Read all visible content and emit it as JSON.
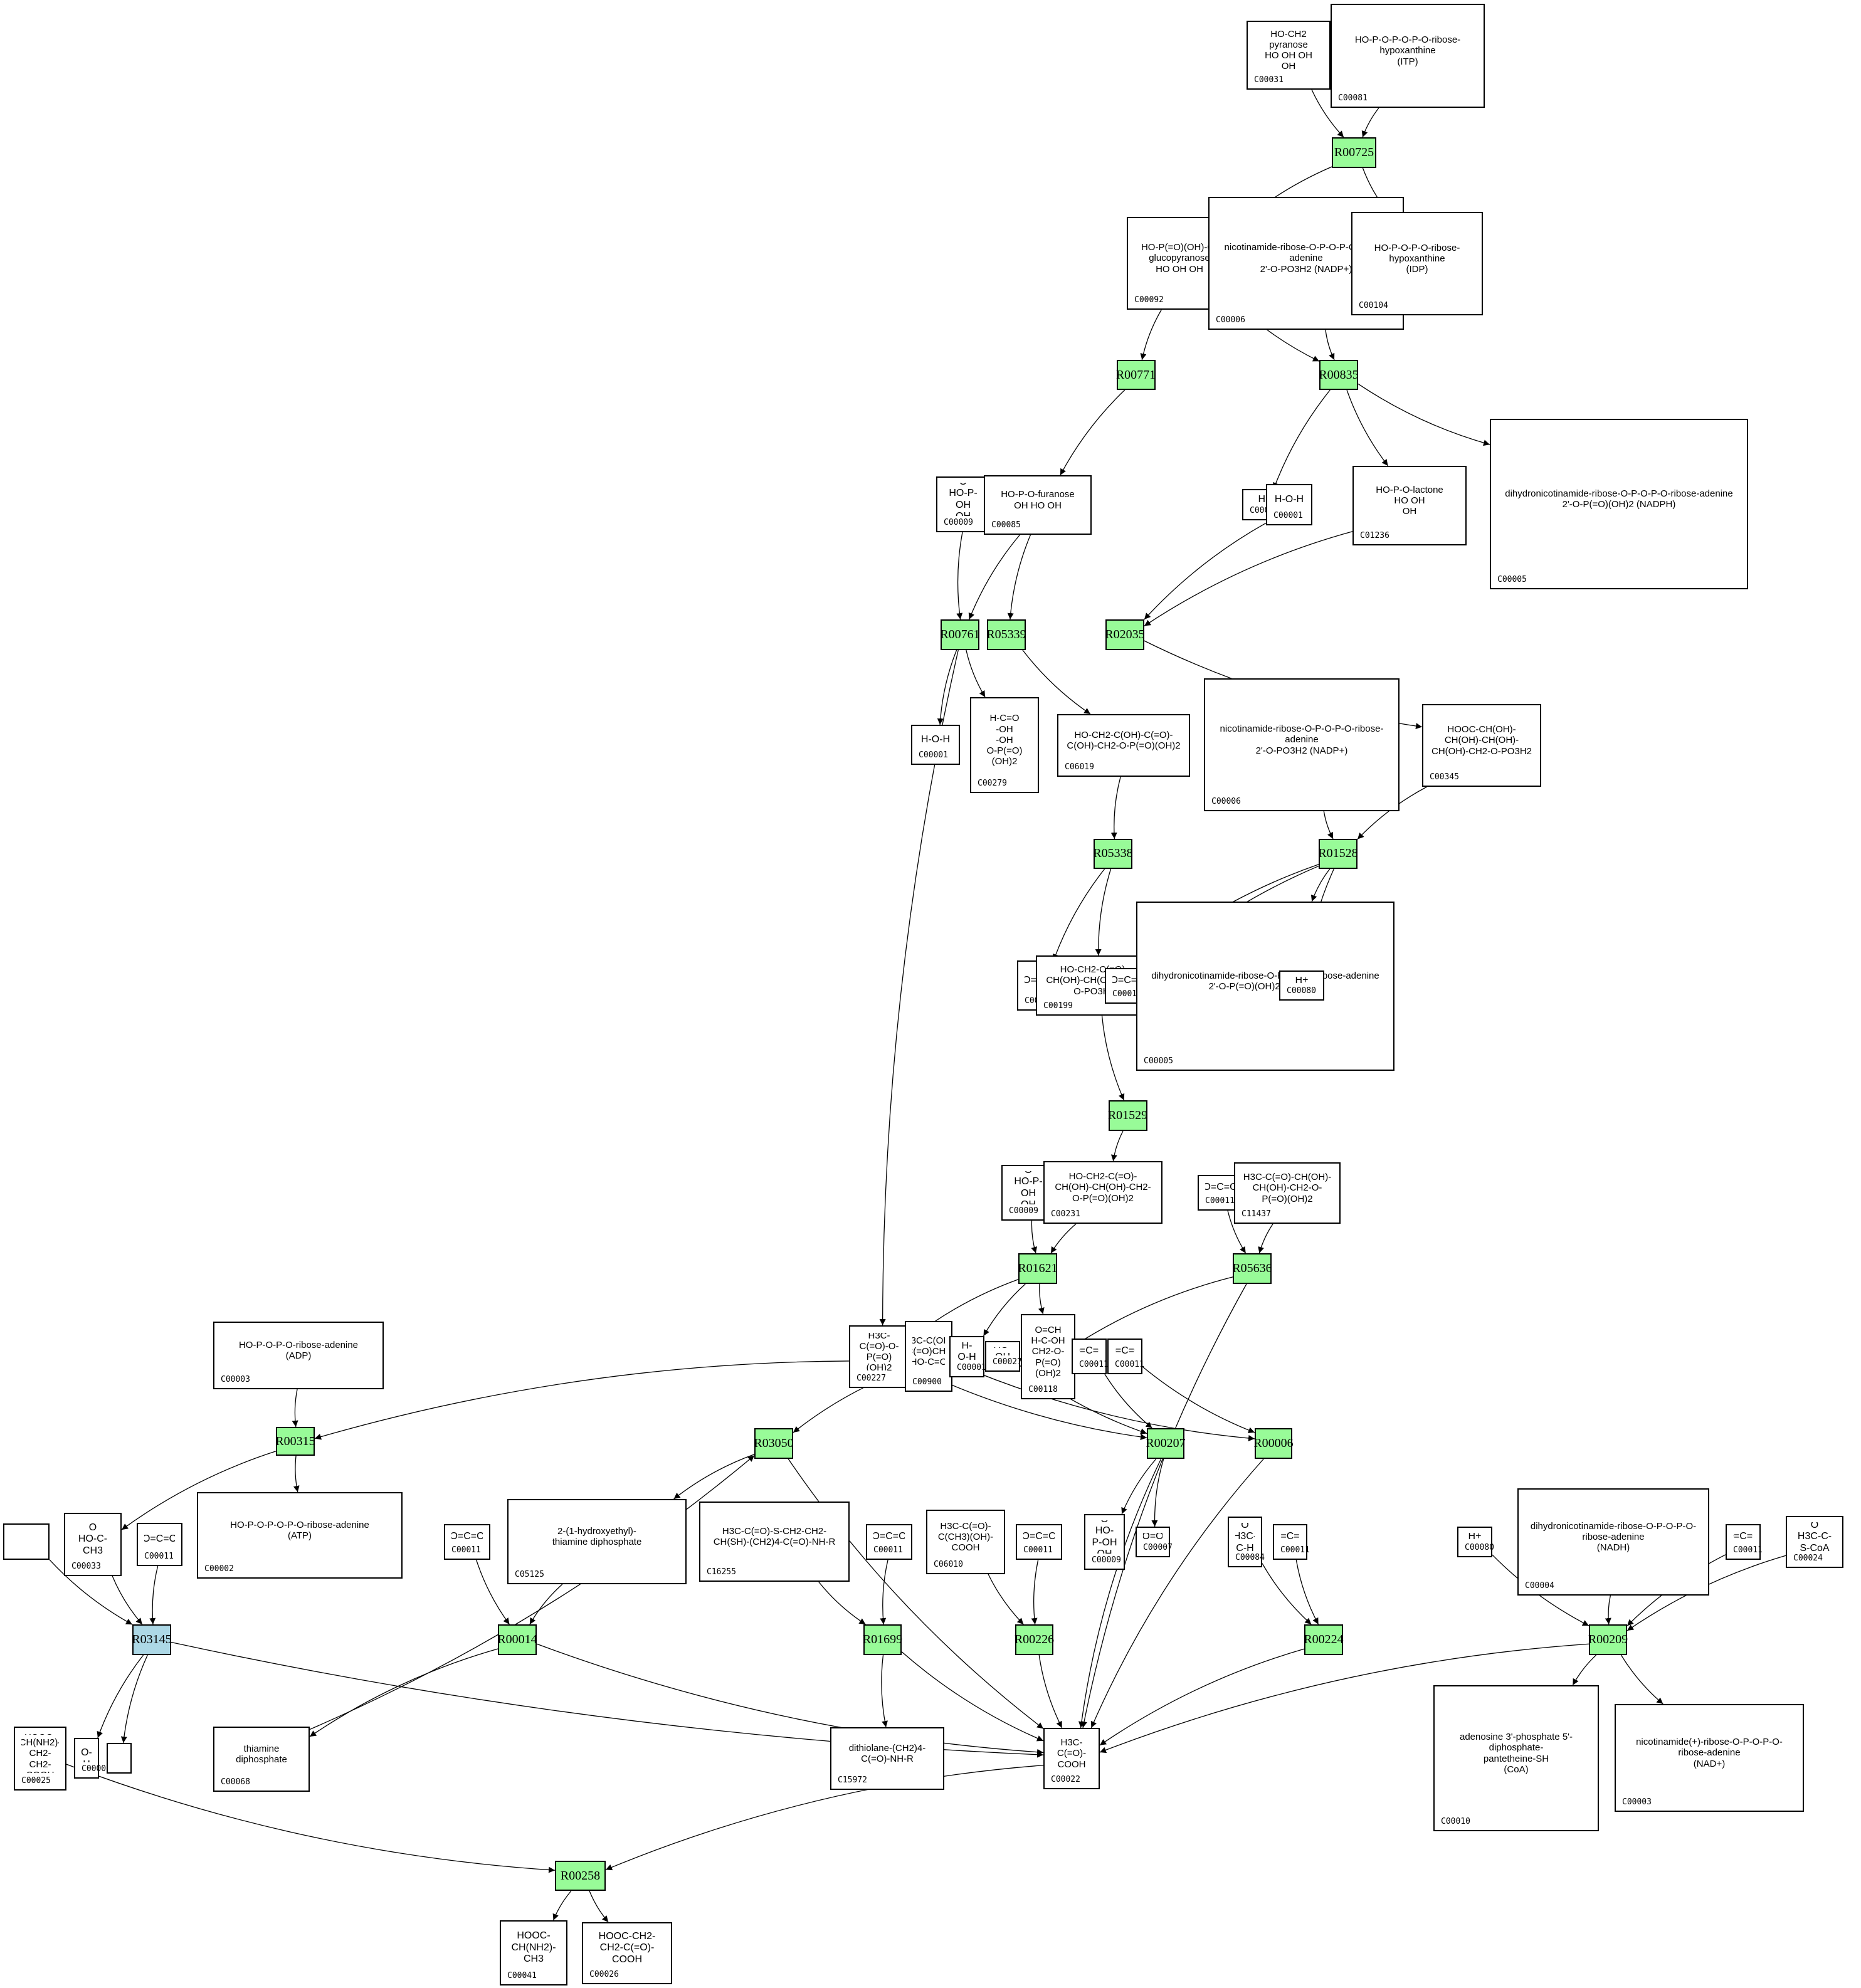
{
  "colors": {
    "reaction": "#98fb98",
    "reaction_highlight": "#add8e6",
    "compound_border": "#000000",
    "edge": "#000000"
  },
  "reactions": {
    "R00725": "R00725",
    "R00771": "R00771",
    "R00835": "R00835",
    "R00761": "R00761",
    "R05339": "R05339",
    "R02035": "R02035",
    "R05338": "R05338",
    "R01528": "R01528",
    "R01529": "R01529",
    "R01621": "R01621",
    "R05636": "R05636",
    "R00315": "R00315",
    "R03050": "R03050",
    "R00207": "R00207",
    "R00006": "R00006",
    "R03145": "R03145",
    "R00014": "R00014",
    "R01699": "R01699",
    "R00226": "R00226",
    "R00224": "R00224",
    "R00209": "R00209",
    "R00258": "R00258"
  },
  "compounds": {
    "c00031": {
      "id": "C00031",
      "formula": "HO-CH2 pyranose\nHO  OH  OH\nOH"
    },
    "c00081": {
      "id": "C00081",
      "formula": "HO-P-O-P-O-P-O-ribose-hypoxanthine\n(ITP)"
    },
    "c00092": {
      "id": "C00092",
      "formula": "HO-P(=O)(OH)-O-\nglucopyranose\nHO OH OH"
    },
    "c00006a": {
      "id": "C00006",
      "formula": "nicotinamide-ribose-O-P-O-P-O-ribose-adenine\n2'-O-PO3H2 (NADP+)"
    },
    "c00104": {
      "id": "C00104",
      "formula": "HO-P-O-P-O-ribose-hypoxanthine\n(IDP)"
    },
    "c00009a": {
      "id": "C00009",
      "formula": "O\nHO-P-OH\nOH"
    },
    "c00085": {
      "id": "C00085",
      "formula": "HO-P-O-furanose\nOH  HO  OH"
    },
    "c00080a": {
      "id": "C00080",
      "formula": "H+"
    },
    "c00001a": {
      "id": "C00001",
      "formula": "H-O-H"
    },
    "c01236": {
      "id": "C01236",
      "formula": "HO-P-O-lactone\nHO OH\nOH"
    },
    "c00005a": {
      "id": "C00005",
      "formula": "dihydronicotinamide-ribose-O-P-O-P-O-ribose-adenine\n2'-O-P(=O)(OH)2 (NADPH)"
    },
    "c00001b": {
      "id": "C00001",
      "formula": "H-O-H"
    },
    "c00279": {
      "id": "C00279",
      "formula": "H-C=O\n-OH\n-OH\nO-P(=O)(OH)2"
    },
    "c06019": {
      "id": "C06019",
      "formula": "HO-CH2-C(OH)-C(=O)-C(OH)-CH2-O-P(=O)(OH)2"
    },
    "c00006b": {
      "id": "C00006",
      "formula": "nicotinamide-ribose-O-P-O-P-O-ribose-adenine\n2'-O-PO3H2 (NADP+)"
    },
    "c00345": {
      "id": "C00345",
      "formula": "HOOC-CH(OH)-CH(OH)-CH(OH)-CH(OH)-CH2-O-PO3H2"
    },
    "c00067": {
      "id": "C00067",
      "formula": "O=CH2"
    },
    "c00199": {
      "id": "C00199",
      "formula": "HO-CH2-C(=O)-CH(OH)-CH(OH)-CH2-O-PO3H2"
    },
    "c00011a": {
      "id": "C00011",
      "formula": "O=C=O"
    },
    "c00005b": {
      "id": "C00005",
      "formula": "dihydronicotinamide-ribose-O-P-O-P-O-ribose-adenine\n2'-O-P(=O)(OH)2 (NADPH)"
    },
    "c00080b": {
      "id": "C00080",
      "formula": "H+"
    },
    "c00009b": {
      "id": "C00009",
      "formula": "O\nHO-P-OH\nOH"
    },
    "c00231": {
      "id": "C00231",
      "formula": "HO-CH2-C(=O)-CH(OH)-CH(OH)-CH2-O-P(=O)(OH)2"
    },
    "c00011b": {
      "id": "C00011",
      "formula": "O=C=O"
    },
    "c11437": {
      "id": "C11437",
      "formula": "H3C-C(=O)-CH(OH)-CH(OH)-CH2-O-P(=O)(OH)2"
    },
    "c00003a": {
      "id": "C00003",
      "formula": "HO-P-O-P-O-ribose-adenine\n(ADP)"
    },
    "c00227": {
      "id": "C00227",
      "formula": "H3C-C(=O)-O-P(=O)(OH)2"
    },
    "c00900": {
      "id": "C00900",
      "formula": "H3C-C(OH)(C(=O)CH3)\nHO-C=O"
    },
    "c00001c": {
      "id": "C00001",
      "formula": "H-O-H"
    },
    "c00027": {
      "id": "C00027",
      "formula": "HO-OH"
    },
    "c00118": {
      "id": "C00118",
      "formula": "O=CH\nH-C-OH\nCH2-O-P(=O)(OH)2"
    },
    "c00011c": {
      "id": "C00011",
      "formula": "O=C=O"
    },
    "c00011d": {
      "id": "C00011",
      "formula": "O=C=O"
    },
    "blank1": {
      "id": "",
      "formula": ""
    },
    "c00033": {
      "id": "C00033",
      "formula": "O\nHO-C-CH3"
    },
    "c00011e": {
      "id": "C00011",
      "formula": "O=C=O"
    },
    "c00002": {
      "id": "C00002",
      "formula": "HO-P-O-P-O-P-O-ribose-adenine\n(ATP)"
    },
    "c00011f": {
      "id": "C00011",
      "formula": "O=C=O"
    },
    "c05125": {
      "id": "C05125",
      "formula": "2-(1-hydroxyethyl)-\nthiamine diphosphate"
    },
    "c16255": {
      "id": "C16255",
      "formula": "H3C-C(=O)-S-CH2-CH2-CH(SH)-(CH2)4-C(=O)-NH-R"
    },
    "c00011g": {
      "id": "C00011",
      "formula": "O=C=O"
    },
    "c06010": {
      "id": "C06010",
      "formula": "H3C-C(=O)-C(CH3)(OH)-COOH"
    },
    "c00011h": {
      "id": "C00011",
      "formula": "O=C=O"
    },
    "c00009c": {
      "id": "C00009",
      "formula": "O\nHO-P-OH\nOH"
    },
    "c00007": {
      "id": "C00007",
      "formula": "O=O"
    },
    "c00084": {
      "id": "C00084",
      "formula": "O\nH3C-C-H"
    },
    "c00011i": {
      "id": "C00011",
      "formula": "O=C=O"
    },
    "c00080c": {
      "id": "C00080",
      "formula": "H+"
    },
    "c00004": {
      "id": "C00004",
      "formula": "dihydronicotinamide-ribose-O-P-O-P-O-ribose-adenine\n(NADH)"
    },
    "c00011j": {
      "id": "C00011",
      "formula": "O=C=O"
    },
    "c00024": {
      "id": "C00024",
      "formula": "O\nH3C-C-S-CoA"
    },
    "c00025": {
      "id": "C00025",
      "formula": "HOOC-CH(NH2)-CH2-CH2-COOH"
    },
    "c00001d": {
      "id": "C00001",
      "formula": "H-O-H"
    },
    "blank2": {
      "id": "",
      "formula": ""
    },
    "c00068": {
      "id": "C00068",
      "formula": "thiamine diphosphate"
    },
    "c15972": {
      "id": "C15972",
      "formula": "dithiolane-(CH2)4-C(=O)-NH-R"
    },
    "c00022": {
      "id": "C00022",
      "formula": "H3C-C(=O)-COOH"
    },
    "c00010": {
      "id": "C00010",
      "formula": "adenosine 3'-phosphate 5'-diphosphate-\npantetheine-SH\n(CoA)"
    },
    "c00003b": {
      "id": "C00003",
      "formula": "nicotinamide(+)-ribose-O-P-O-P-O-ribose-adenine\n(NAD+)"
    },
    "c00041": {
      "id": "C00041",
      "formula": "HOOC-CH(NH2)-CH3"
    },
    "c00026": {
      "id": "C00026",
      "formula": "HOOC-CH2-CH2-C(=O)-COOH"
    }
  },
  "edges": [
    [
      "c00031",
      "R00725"
    ],
    [
      "c00081",
      "R00725"
    ],
    [
      "R00725",
      "c00092"
    ],
    [
      "R00725",
      "c00104"
    ],
    [
      "c00092",
      "R00771"
    ],
    [
      "c00092",
      "R00835"
    ],
    [
      "c00006a",
      "R00835"
    ],
    [
      "R00835",
      "c00080a"
    ],
    [
      "R00835",
      "c01236"
    ],
    [
      "R00835",
      "c00005a"
    ],
    [
      "R00771",
      "c00085"
    ],
    [
      "c00009a",
      "R00761"
    ],
    [
      "c00085",
      "R00761"
    ],
    [
      "c00085",
      "R05339"
    ],
    [
      "c00001a",
      "R02035"
    ],
    [
      "c01236",
      "R02035"
    ],
    [
      "R00761",
      "c00001b"
    ],
    [
      "R00761",
      "c00279"
    ],
    [
      "R00761",
      "c00227"
    ],
    [
      "R05339",
      "c06019"
    ],
    [
      "c06019",
      "R05338"
    ],
    [
      "R02035",
      "c00345"
    ],
    [
      "c00006b",
      "R01528"
    ],
    [
      "c00345",
      "R01528"
    ],
    [
      "R05338",
      "c00067"
    ],
    [
      "R05338",
      "c00199"
    ],
    [
      "R01528",
      "c00199"
    ],
    [
      "R01528",
      "c00011a"
    ],
    [
      "R01528",
      "c00005b"
    ],
    [
      "R01528",
      "c00080b"
    ],
    [
      "c00199",
      "R01529"
    ],
    [
      "R01529",
      "c00231"
    ],
    [
      "c00009b",
      "R01621"
    ],
    [
      "c00231",
      "R01621"
    ],
    [
      "c00011b",
      "R05636"
    ],
    [
      "c11437",
      "R05636"
    ],
    [
      "R01621",
      "c00227"
    ],
    [
      "R01621",
      "c00001c"
    ],
    [
      "R01621",
      "c00118"
    ],
    [
      "R05636",
      "c00118"
    ],
    [
      "R05636",
      "c00022"
    ],
    [
      "c00003a",
      "R00315"
    ],
    [
      "c00227",
      "R00315"
    ],
    [
      "c00227",
      "R00207"
    ],
    [
      "c00900",
      "R03050"
    ],
    [
      "c00900",
      "R00006"
    ],
    [
      "c00027",
      "R00207"
    ],
    [
      "c00011c",
      "R00207"
    ],
    [
      "c00011d",
      "R00006"
    ],
    [
      "R00315",
      "c00033"
    ],
    [
      "R00315",
      "c00002"
    ],
    [
      "R03050",
      "c05125"
    ],
    [
      "R03050",
      "c00022"
    ],
    [
      "R00207",
      "c00009c"
    ],
    [
      "R00207",
      "c00007"
    ],
    [
      "R00207",
      "c00022"
    ],
    [
      "R00006",
      "c00022"
    ],
    [
      "blank1",
      "R03145"
    ],
    [
      "c00033",
      "R03145"
    ],
    [
      "c00011e",
      "R03145"
    ],
    [
      "c00011f",
      "R00014"
    ],
    [
      "c05125",
      "R00014"
    ],
    [
      "c16255",
      "R01699"
    ],
    [
      "c00011g",
      "R01699"
    ],
    [
      "c06010",
      "R00226"
    ],
    [
      "c00011h",
      "R00226"
    ],
    [
      "c00084",
      "R00224"
    ],
    [
      "c00011i",
      "R00224"
    ],
    [
      "c00080c",
      "R00209"
    ],
    [
      "c00004",
      "R00209"
    ],
    [
      "c00011j",
      "R00209"
    ],
    [
      "c00024",
      "R00209"
    ],
    [
      "R03145",
      "c00001d"
    ],
    [
      "R03145",
      "blank2"
    ],
    [
      "R03145",
      "c00022"
    ],
    [
      "R00014",
      "c00068"
    ],
    [
      "R00014",
      "c00022"
    ],
    [
      "c00068",
      "R03050"
    ],
    [
      "R01699",
      "c15972"
    ],
    [
      "R01699",
      "c00022"
    ],
    [
      "R00226",
      "c00022"
    ],
    [
      "R00224",
      "c00022"
    ],
    [
      "R00209",
      "c00022"
    ],
    [
      "R00209",
      "c00010"
    ],
    [
      "R00209",
      "c00003b"
    ],
    [
      "c00025",
      "R00258"
    ],
    [
      "c00022",
      "R00258"
    ],
    [
      "R00258",
      "c00041"
    ],
    [
      "R00258",
      "c00026"
    ]
  ]
}
